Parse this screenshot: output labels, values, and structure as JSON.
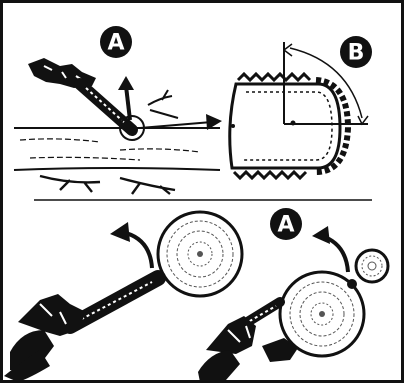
{
  "colors": {
    "ink": "#111111",
    "paper": "#ffffff"
  },
  "panels": {
    "top": {
      "label_left": "A",
      "label_right": "B"
    },
    "bottom": {
      "label": "A"
    }
  },
  "icons": [
    "chainsaw-icon",
    "log-end-icon",
    "guide-bar-icon",
    "curved-arrow-icon",
    "straight-arrow-icon",
    "angle-arc-icon"
  ]
}
